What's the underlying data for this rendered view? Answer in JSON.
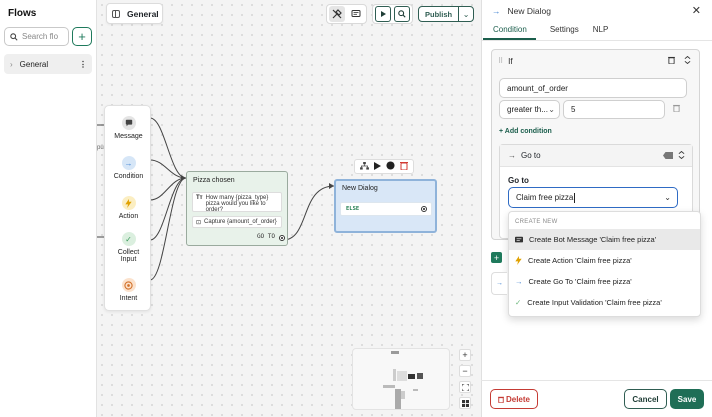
{
  "sidebar": {
    "title": "Flows",
    "search_placeholder": "Search flo",
    "add_label": "+",
    "items": [
      {
        "label": "General"
      }
    ]
  },
  "canvas": {
    "tab_label": "General",
    "publish_label": "Publish",
    "palette": [
      {
        "label": "Message",
        "icon": "message-icon",
        "color": "#444444"
      },
      {
        "label": "Condition",
        "icon": "arrow-right-icon",
        "color": "#3b7fd0"
      },
      {
        "label": "Action",
        "icon": "lightning-icon",
        "color": "#e0a100"
      },
      {
        "label": "Collect",
        "label2": "Input",
        "icon": "check-icon",
        "color": "#3a9a5a"
      },
      {
        "label": "Intent",
        "icon": "target-icon",
        "color": "#d27028"
      }
    ],
    "nodes": {
      "pizza": {
        "title": "Pizza chosen",
        "step1": "How many {pizza_type} pizza would you like to order?",
        "step2": "Capture {amount_of_order}",
        "goto": "GO TO"
      },
      "dialog": {
        "title": "New Dialog",
        "else": "ELSE"
      }
    },
    "fragment_label": "pul"
  },
  "panel": {
    "title": "New Dialog",
    "tabs": [
      "Condition",
      "Settings",
      "NLP"
    ],
    "active_tab": "Condition",
    "condition": {
      "label": "If",
      "variable": "amount_of_order",
      "operator": "greater th...",
      "value": "5",
      "add_condition": "+ Add condition"
    },
    "goto": {
      "action_label": "Go to",
      "section_label": "Go to",
      "input_value": "Claim free pizza"
    },
    "dropdown": {
      "header": "CREATE NEW",
      "items": [
        {
          "label": "Create Bot Message 'Claim free pizza'",
          "icon": "message-icon"
        },
        {
          "label": "Create Action 'Claim free pizza'",
          "icon": "lightning-icon"
        },
        {
          "label": "Create Go To 'Claim free pizza'",
          "icon": "arrow-right-icon"
        },
        {
          "label": "Create Input Validation 'Claim free pizza'",
          "icon": "check-icon"
        }
      ]
    },
    "footer": {
      "delete_label": "Delete",
      "cancel_label": "Cancel",
      "save_label": "Save"
    }
  },
  "colors": {
    "brand": "#1f6e56",
    "danger": "#c53b34",
    "node_green": "#e8f2ea",
    "node_blue": "#d9e7f7"
  }
}
